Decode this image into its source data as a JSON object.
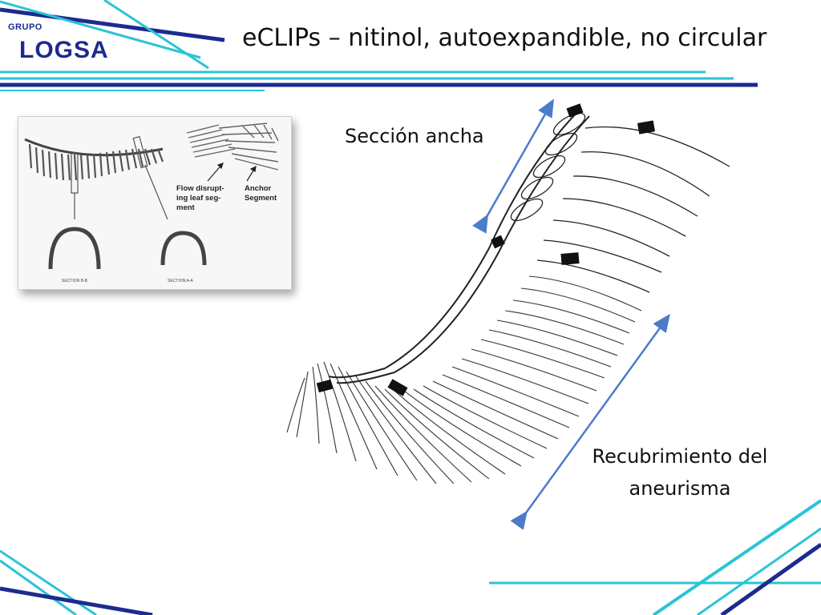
{
  "logo": {
    "group_label": "GRUPO",
    "name": "LOGSA",
    "brand_color": "#1c2b8f",
    "accent_color": "#29c4d6"
  },
  "slide": {
    "title": "eCLIPs – nitinol, autoexpandible, no circular"
  },
  "inset": {
    "label_flow_line1": "Flow disrupt-",
    "label_flow_line2": "ing leaf seg-",
    "label_flow_line3": "ment",
    "label_anchor_line1": "Anchor",
    "label_anchor_line2": "Segment",
    "caption_left": "SECTION B-B",
    "caption_right": "SECTION A-A"
  },
  "annotations": {
    "wide_section": "Sección ancha",
    "coverage_line1": "Recubrimiento del",
    "coverage_line2": "aneurisma",
    "arrow_color": "#4a7cc9"
  }
}
